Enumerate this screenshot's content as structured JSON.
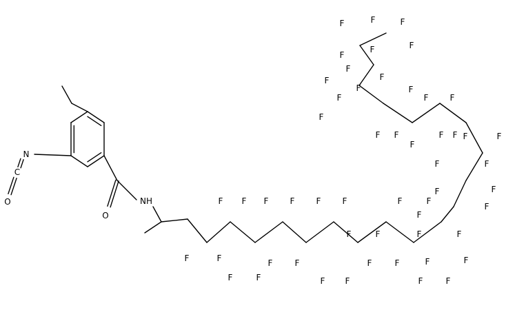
{
  "molecule": {
    "bond_color": "#000000",
    "label_color": "#000000",
    "atom_labels": {
      "isocyanate_n": "N",
      "isocyanate_c": "C",
      "isocyanate_o": "O",
      "carbonyl_o": "O",
      "amide_nh": "NH",
      "fluorine": "F"
    }
  }
}
